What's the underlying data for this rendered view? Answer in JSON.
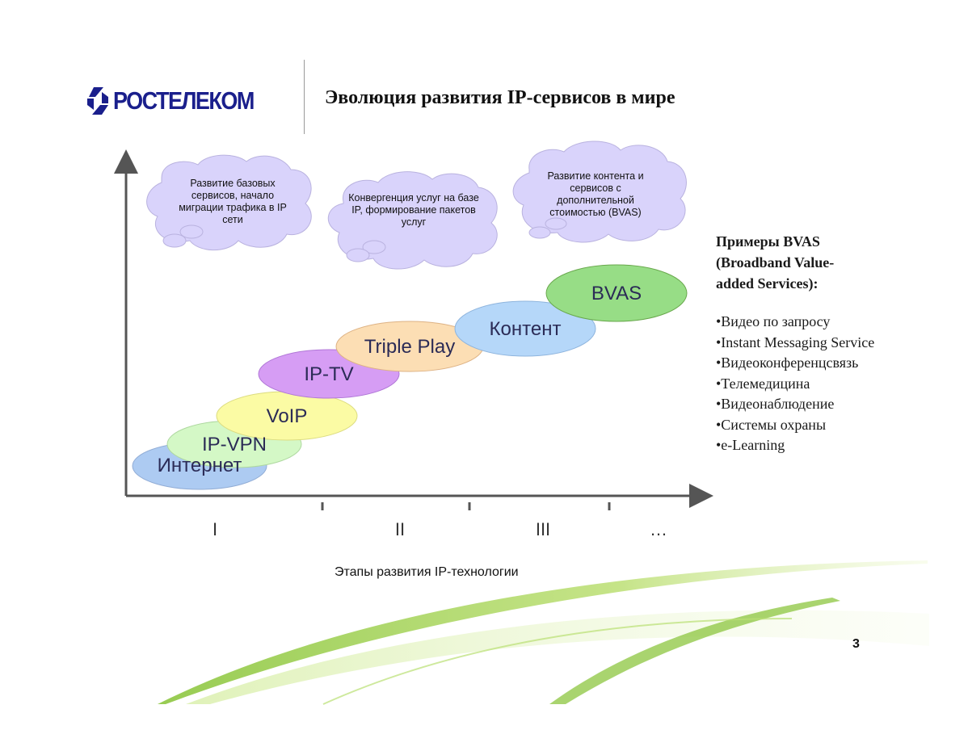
{
  "header": {
    "logo_text": "РОСТЕЛЕКОМ",
    "title": "Эволюция развития IP-сервисов в мире"
  },
  "clouds": [
    {
      "text": "Развитие базовых сервисов, начало миграции трафика в IP сети"
    },
    {
      "text": "Конвергенция услуг на базе IP, формирование пакетов услуг"
    },
    {
      "text": "Развитие контента и сервисов с дополнительной стоимостью (BVAS)"
    }
  ],
  "services": [
    {
      "label": "Интернет",
      "color": "#9fc3f0"
    },
    {
      "label": "IP-VPN",
      "color": "#cdf7bd"
    },
    {
      "label": "VoIP",
      "color": "#fbfb95"
    },
    {
      "label": "IP-TV",
      "color": "#cf8df3"
    },
    {
      "label": "Triple Play",
      "color": "#fcd9a8"
    },
    {
      "label": "Контент",
      "color": "#a9d1f9"
    },
    {
      "label": "BVAS",
      "color": "#86d871"
    }
  ],
  "stages": [
    "I",
    "II",
    "III",
    "…"
  ],
  "axis_title": "Этапы развития IP-технологии",
  "bvas_panel": {
    "title": "Примеры BVAS (Broadband Value-added Services):",
    "items": [
      "•Видео по запросу",
      "•Instant Messaging Service",
      "•Видеоконференцсвязь",
      "•Телемедицина",
      "•Видеонаблюдение",
      "•Системы охраны",
      "•e-Learning"
    ]
  },
  "page_number": "3",
  "colors": {
    "brand": "#1a1f8c",
    "cloud_fill": "#d9d3fb",
    "axis": "#555555",
    "swoosh": "#8cc63f"
  }
}
